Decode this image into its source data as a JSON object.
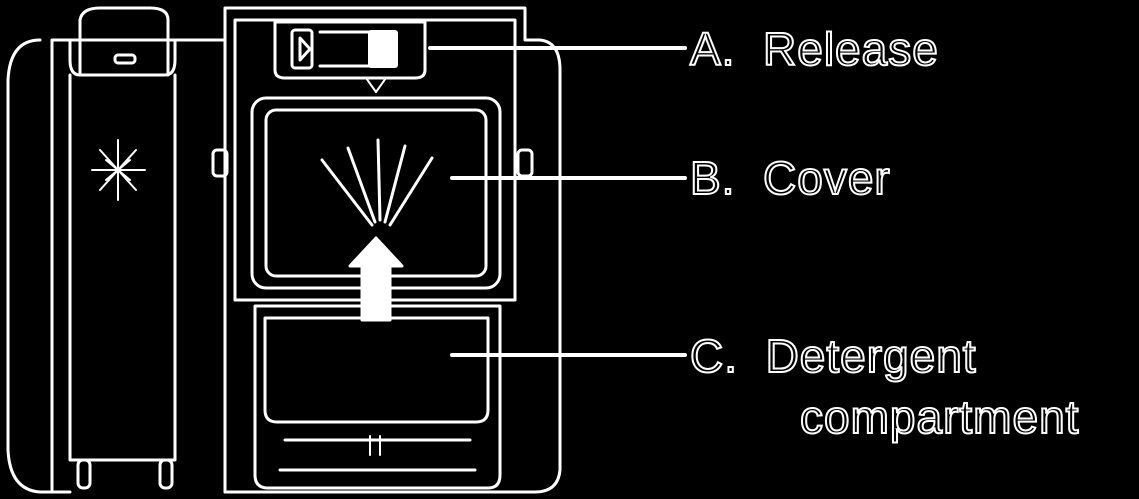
{
  "diagram": {
    "colors": {
      "background": "#000000",
      "line": "#ffffff"
    },
    "labels": {
      "a": {
        "letter": "A.",
        "text": "Release"
      },
      "b": {
        "letter": "B.",
        "text": "Cover"
      },
      "c": {
        "letter": "C.",
        "text_line1": "Detergent",
        "text_line2": "compartment"
      }
    }
  }
}
